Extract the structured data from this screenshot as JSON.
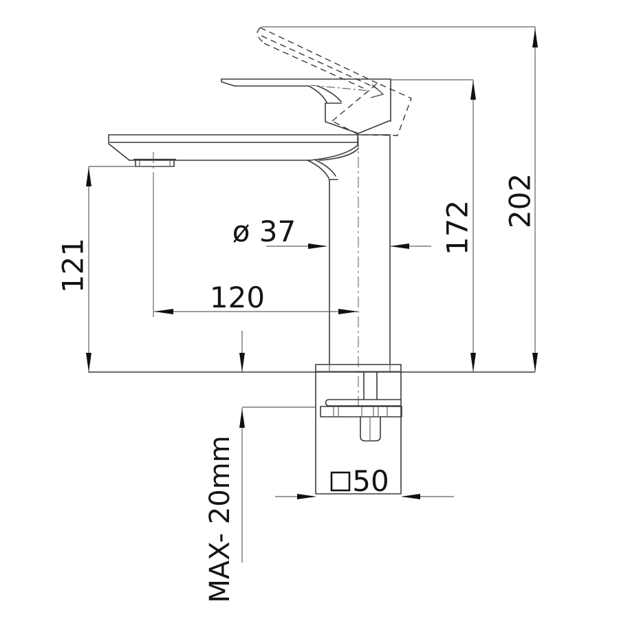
{
  "drawing": {
    "subject": "single-lever basin mixer faucet, side elevation with dimensions",
    "labels": {
      "total_height": "202",
      "handle_height": "172",
      "spout_height": "121",
      "spout_reach": "120",
      "body_diameter": "ø 37",
      "max_deck_thickness": "MAX- 20mm",
      "base_size": "50"
    },
    "icons": {
      "square_symbol": "square-outline-symbol"
    },
    "colors": {
      "outline": "#3a3a3a",
      "dimension_line": "#5f5f5f",
      "text": "#141414",
      "background": "#ffffff"
    }
  }
}
